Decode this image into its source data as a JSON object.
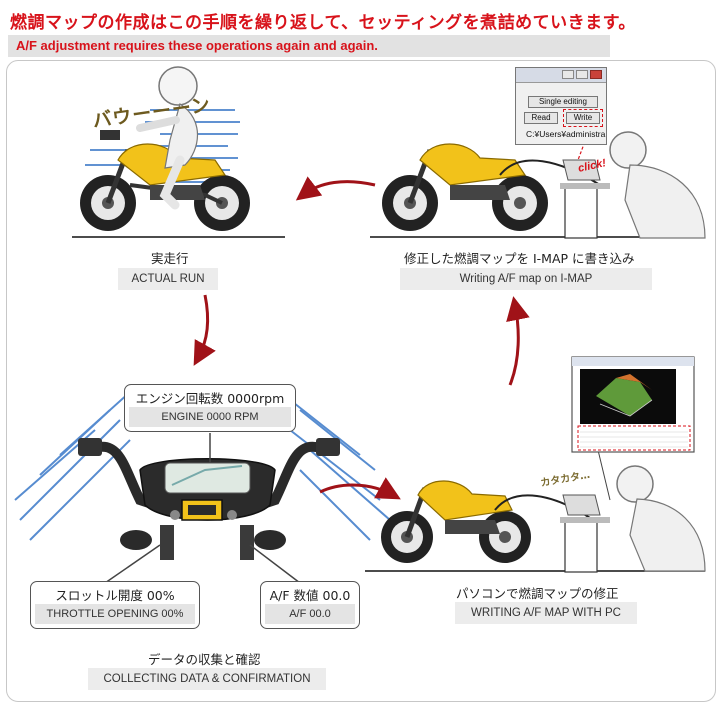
{
  "header": {
    "title_jp": "燃調マップの作成はこの手順を繰り返して、セッティングを煮詰めていきます。",
    "title_en": "A/F adjustment requires these operations again and again."
  },
  "steps": {
    "actual_run": {
      "jp": "実走行",
      "en": "ACTUAL RUN",
      "sfx": "バウーーーン"
    },
    "write_map": {
      "jp": "修正した燃調マップを I-MAP に書き込み",
      "en": "Writing A/F map on I-MAP"
    },
    "collect": {
      "jp": "データの収集と確認",
      "en": "COLLECTING DATA & CONFIRMATION"
    },
    "modify": {
      "jp": "パソコンで燃調マップの修正",
      "en": "WRITING A/F MAP WITH PC",
      "sfx": "カタカタ…"
    }
  },
  "callouts": {
    "engine": {
      "jp": "エンジン回転数 0000rpm",
      "en": "ENGINE 0000 RPM"
    },
    "throttle": {
      "jp": "スロットル開度 00%",
      "en": "THROTTLE OPENING 00%"
    },
    "af": {
      "jp": "A/F 数値 00.0",
      "en": "A/F 00.0"
    }
  },
  "software_window": {
    "single_editing": "Single editing",
    "read": "Read",
    "write": "Write",
    "path": "C:¥Users¥administra",
    "click": "click!"
  },
  "colors": {
    "accent_red": "#d8131b",
    "bike_yellow": "#f2c21a",
    "label_bg": "#ececec"
  }
}
